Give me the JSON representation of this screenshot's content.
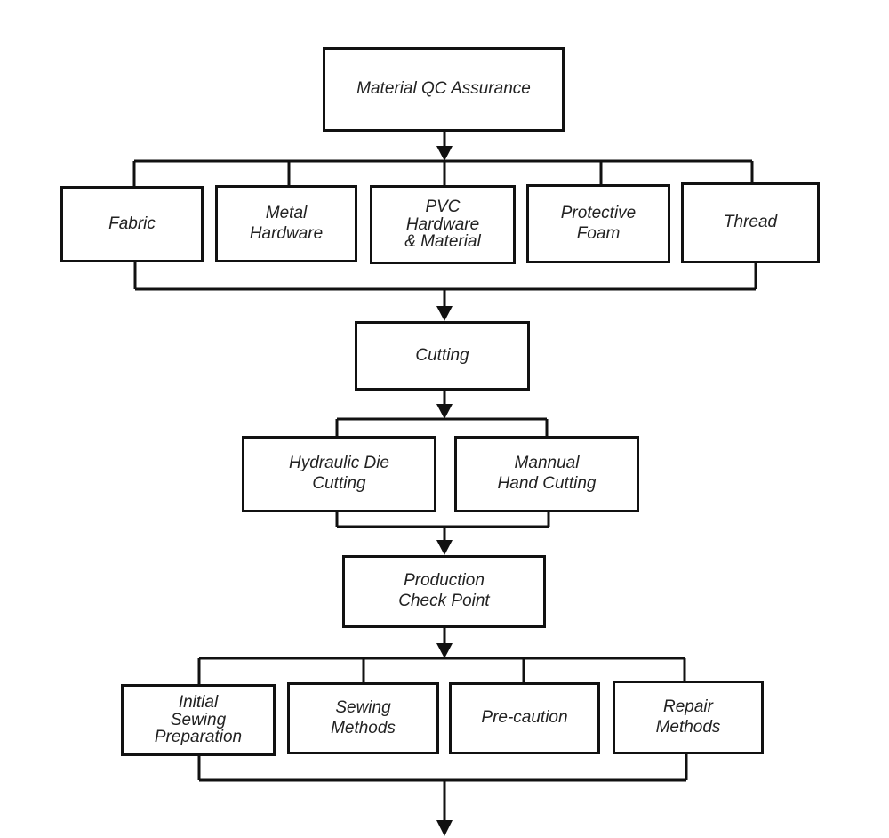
{
  "top": {
    "label": "Material QC Assurance"
  },
  "materials": [
    {
      "label": "Fabric"
    },
    {
      "label": "Metal\nHardware"
    },
    {
      "label": "PVC\nHardware\n& Material"
    },
    {
      "label": "Protective\nFoam"
    },
    {
      "label": "Thread"
    }
  ],
  "cutting": {
    "label": "Cutting"
  },
  "cutting_methods": [
    {
      "label": "Hydraulic Die\nCutting"
    },
    {
      "label": "Mannual\nHand Cutting"
    }
  ],
  "checkpoint": {
    "label": "Production\nCheck Point"
  },
  "sewing": [
    {
      "label": "Initial\nSewing\nPreparation"
    },
    {
      "label": "Sewing\nMethods"
    },
    {
      "label": "Pre-caution"
    },
    {
      "label": "Repair\nMethods"
    }
  ]
}
